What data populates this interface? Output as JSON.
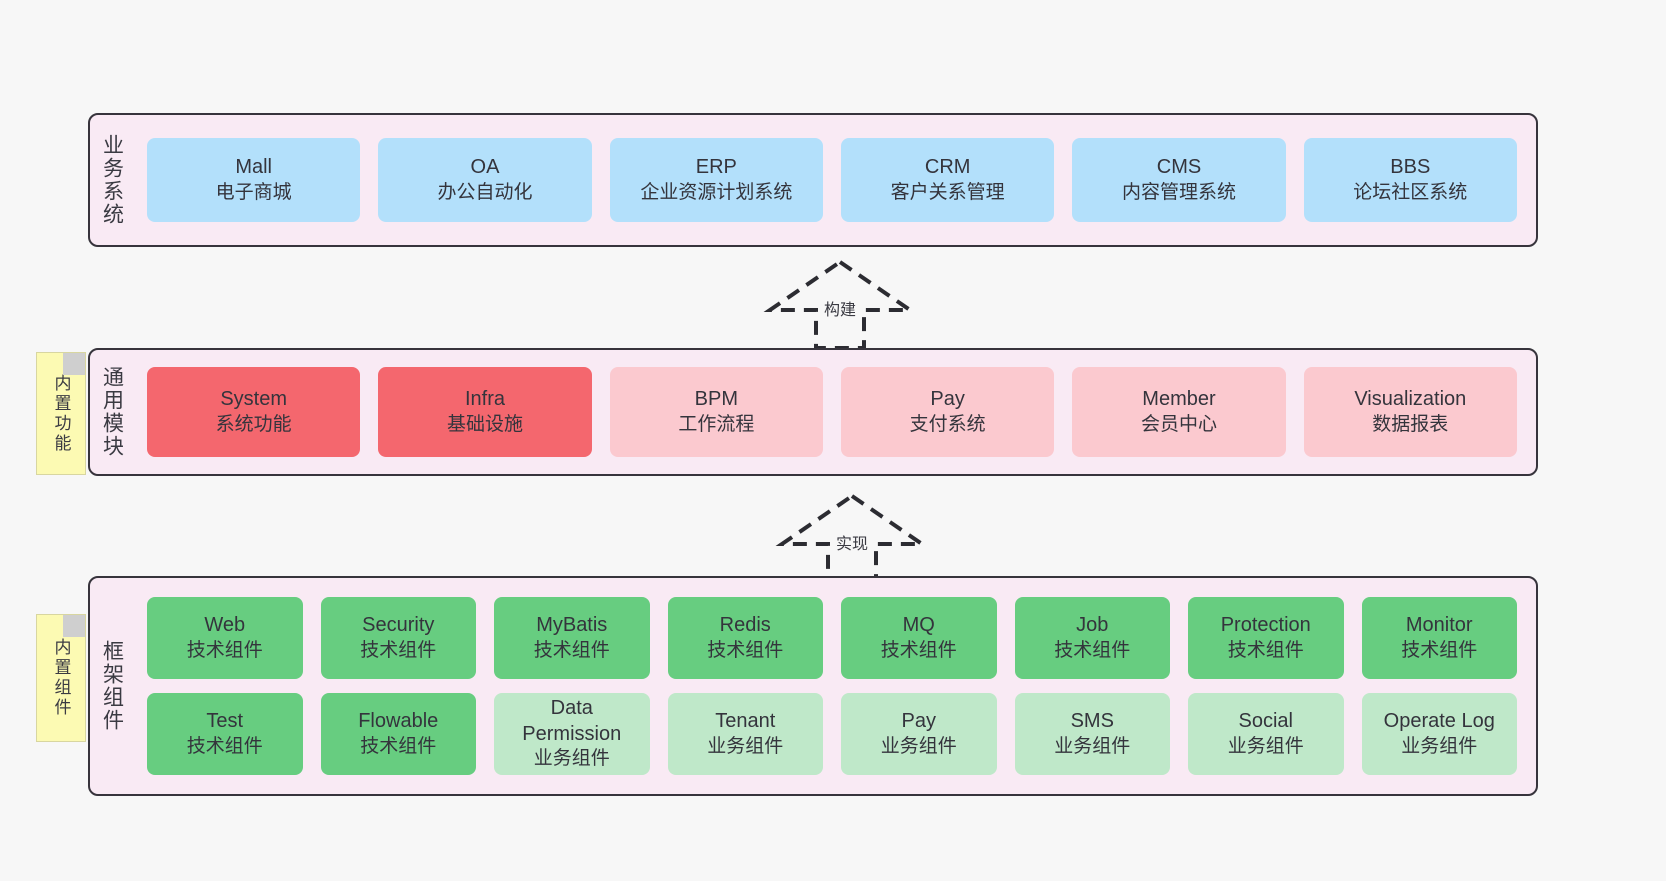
{
  "layers": [
    {
      "id": "business",
      "title": "业务系统",
      "nodes": [
        {
          "en": "Mall",
          "cn": "电子商城"
        },
        {
          "en": "OA",
          "cn": "办公自动化"
        },
        {
          "en": "ERP",
          "cn": "企业资源计划系统"
        },
        {
          "en": "CRM",
          "cn": "客户关系管理"
        },
        {
          "en": "CMS",
          "cn": "内容管理系统"
        },
        {
          "en": "BBS",
          "cn": "论坛社区系统"
        }
      ]
    },
    {
      "id": "common",
      "title": "通用模块",
      "nodes": [
        {
          "en": "System",
          "cn": "系统功能",
          "kind": "core"
        },
        {
          "en": "Infra",
          "cn": "基础设施",
          "kind": "core"
        },
        {
          "en": "BPM",
          "cn": "工作流程",
          "kind": "soft"
        },
        {
          "en": "Pay",
          "cn": "支付系统",
          "kind": "soft"
        },
        {
          "en": "Member",
          "cn": "会员中心",
          "kind": "soft"
        },
        {
          "en": "Visualization",
          "cn": "数据报表",
          "kind": "soft"
        }
      ]
    },
    {
      "id": "framework",
      "title": "框架组件",
      "rows": [
        [
          {
            "en": "Web",
            "cn": "技术组件"
          },
          {
            "en": "Security",
            "cn": "技术组件"
          },
          {
            "en": "MyBatis",
            "cn": "技术组件"
          },
          {
            "en": "Redis",
            "cn": "技术组件"
          },
          {
            "en": "MQ",
            "cn": "技术组件"
          },
          {
            "en": "Job",
            "cn": "技术组件"
          },
          {
            "en": "Protection",
            "cn": "技术组件"
          },
          {
            "en": "Monitor",
            "cn": "技术组件"
          }
        ],
        [
          {
            "en": "Test",
            "cn": "技术组件",
            "kind": "tech"
          },
          {
            "en": "Flowable",
            "cn": "技术组件",
            "kind": "tech"
          },
          {
            "en": "Data Permission",
            "cn": "业务组件",
            "kind": "biz"
          },
          {
            "en": "Tenant",
            "cn": "业务组件",
            "kind": "biz"
          },
          {
            "en": "Pay",
            "cn": "业务组件",
            "kind": "biz"
          },
          {
            "en": "SMS",
            "cn": "业务组件",
            "kind": "biz"
          },
          {
            "en": "Social",
            "cn": "业务组件",
            "kind": "biz"
          },
          {
            "en": "Operate Log",
            "cn": "业务组件",
            "kind": "biz"
          }
        ]
      ]
    }
  ],
  "notes": [
    {
      "id": "features",
      "text": "内置功能"
    },
    {
      "id": "components",
      "text": "内置组件"
    }
  ],
  "arrows": [
    {
      "id": "build",
      "label": "构建"
    },
    {
      "id": "impl",
      "label": "实现"
    }
  ],
  "colors": {
    "layer_background": "#f9eaf4",
    "layer_border": "#37343c",
    "business_node": "#b3e0fb",
    "module_core": "#f4676e",
    "module_soft": "#fbc9cf",
    "tech_component": "#67cd80",
    "business_component": "#bfe8c9",
    "note": "#fcfab3",
    "canvas": "#f7f7f7"
  }
}
